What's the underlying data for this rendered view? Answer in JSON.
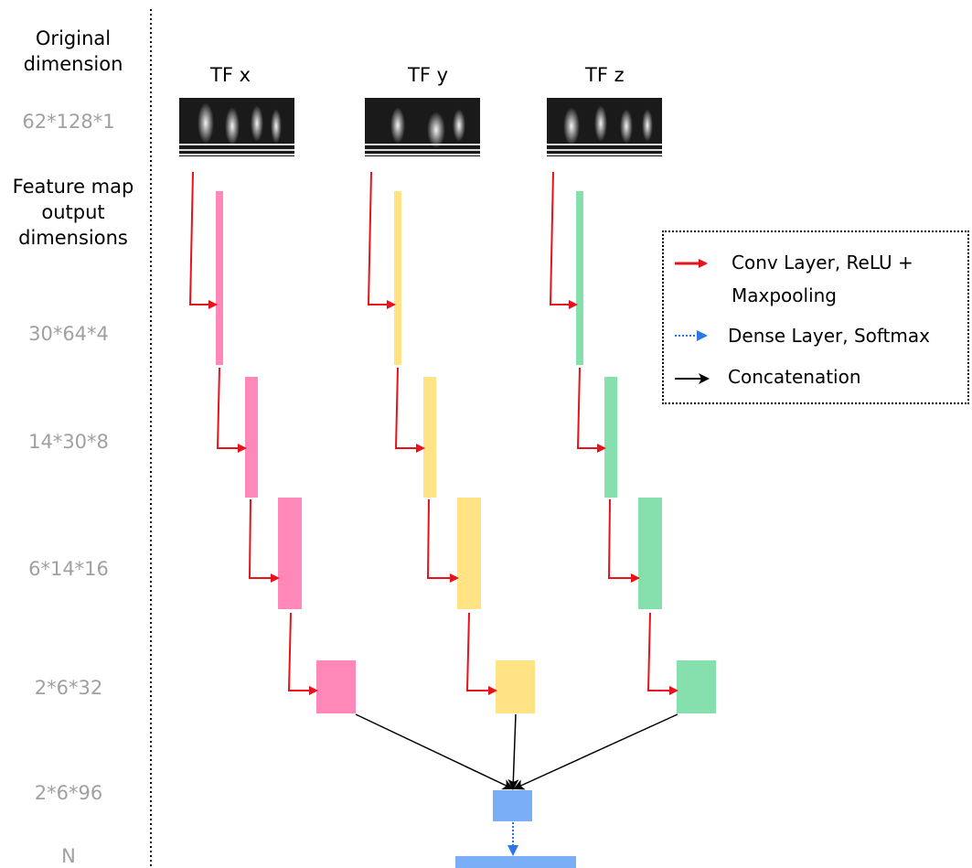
{
  "left_panel": {
    "original_dimension": [
      "Original",
      "dimension"
    ],
    "feature_map_output_dimensions": [
      "Feature map",
      "output",
      "dimensions"
    ],
    "dimensions": [
      "62*128*1",
      "30*64*4",
      "14*30*8",
      "6*14*16",
      "2*6*32",
      "2*6*96",
      "N"
    ]
  },
  "inputs": [
    "TF x",
    "TF y",
    "TF z"
  ],
  "legend": {
    "conv": [
      "Conv Layer, ReLU  +",
      "Maxpooling"
    ],
    "dense": "Dense Layer, Softmax",
    "concat": "Concatenation"
  },
  "colors": {
    "x_branch": "#ff88b8",
    "y_branch": "#ffe385",
    "z_branch": "#86e0ad",
    "merge": "#7aaef6",
    "conv_arrow": "#e8121a",
    "dense_arrow": "#2a78e8",
    "concat_arrow": "#000000"
  }
}
